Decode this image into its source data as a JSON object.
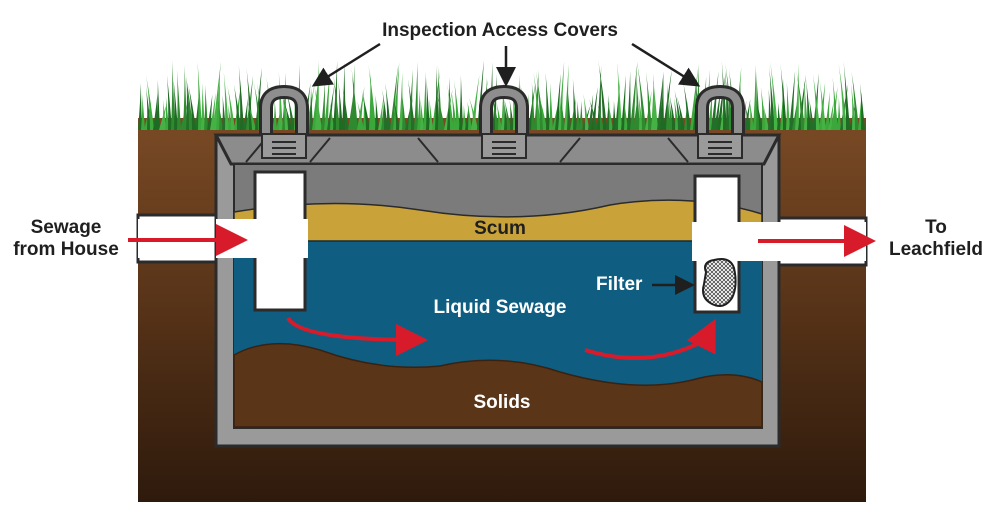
{
  "labels": {
    "access_covers": "Inspection Access Covers",
    "inlet_line1": "Sewage",
    "inlet_line2": "from House",
    "outlet_line1": "To",
    "outlet_line2": "Leachfield",
    "scum": "Scum",
    "liquid": "Liquid Sewage",
    "filter": "Filter",
    "solids": "Solids"
  },
  "colors": {
    "grass": "#2f8a2f",
    "soil_top": "#7a4a25",
    "soil_bottom": "#3a2212",
    "tank_wall": "#9a9a9a",
    "tank_outline": "#2b2b2b",
    "air_space": "#7b7b7b",
    "scum": "#c9a23a",
    "liquid": "#0f5e82",
    "solids": "#5a3518",
    "flow_arrow": "#d81b2b"
  },
  "icons": [
    "access-cover-icon",
    "flow-arrow-icon",
    "filter-icon",
    "inlet-pipe-icon",
    "outlet-pipe-icon"
  ]
}
